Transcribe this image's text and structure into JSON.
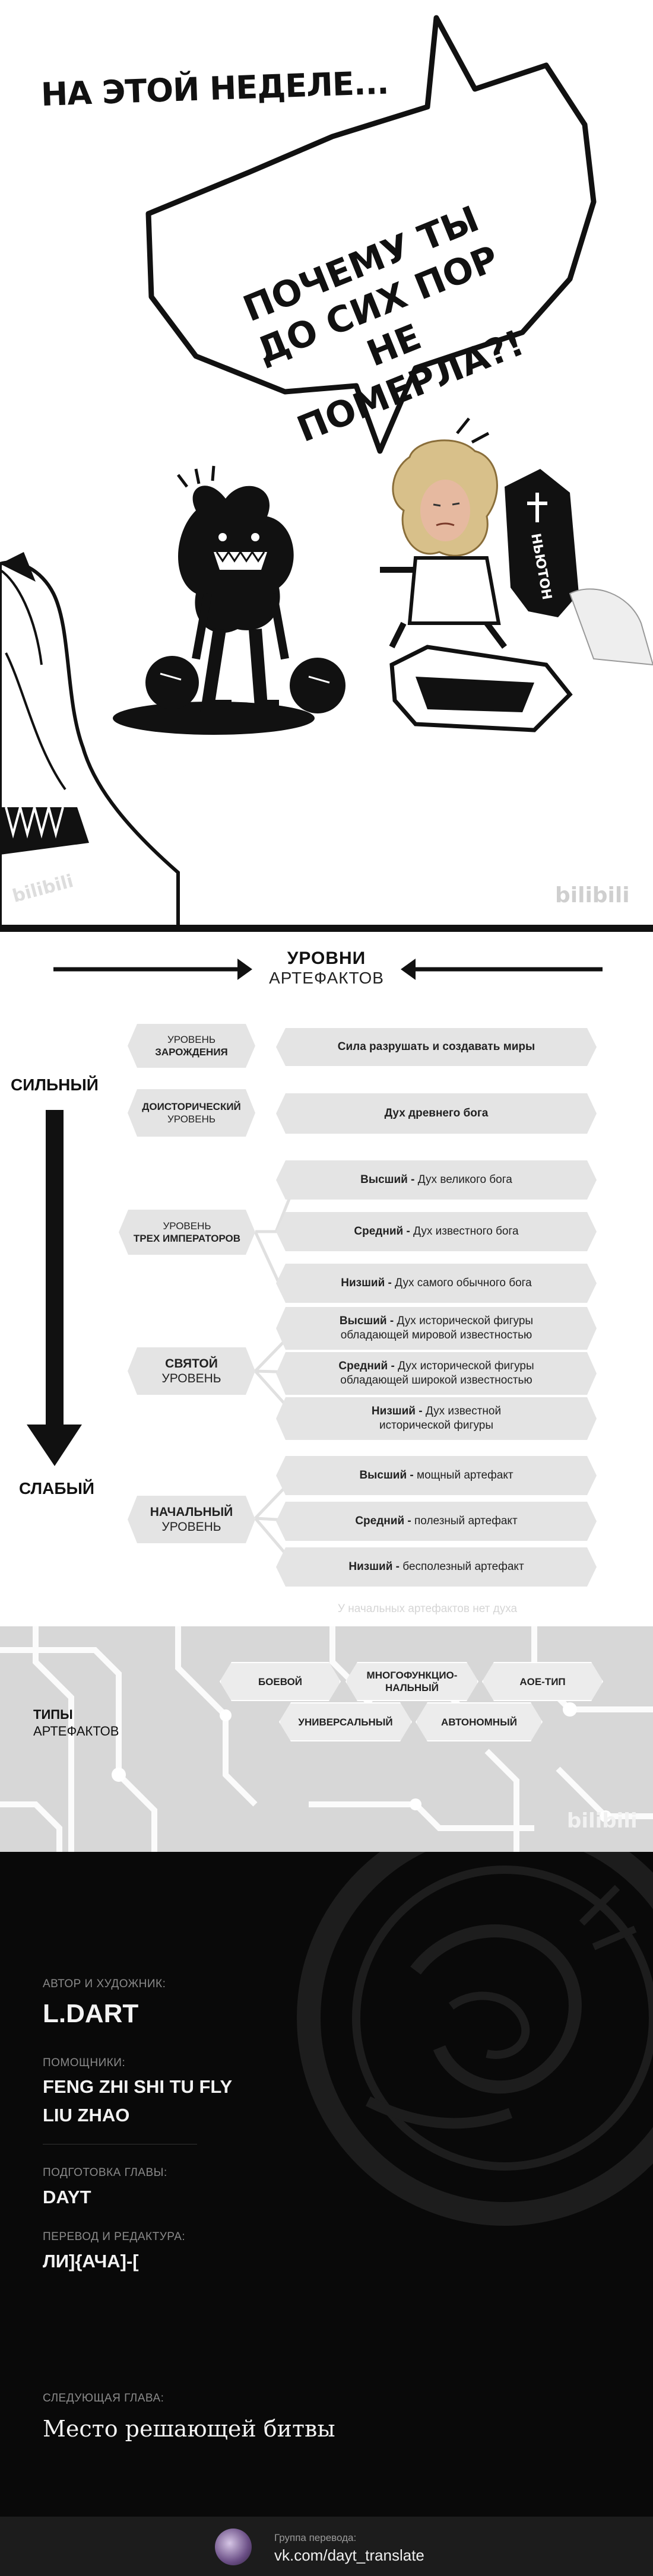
{
  "comic": {
    "teaser": "НА ЭТОЙ НЕДЕЛЕ...",
    "bubble_lines": [
      "ПОЧЕМУ ТЫ",
      "ДО СИХ ПОР",
      "НЕ ПОМЕРЛА?!"
    ],
    "coffin_label": "НЬЮТОН",
    "watermark_left": "bilibili",
    "watermark_right": "bilibili"
  },
  "levels": {
    "title": "УРОВНИ",
    "subtitle": "АРТЕФАКТОВ",
    "strong_label": "СИЛЬНЫЙ",
    "weak_label": "СЛАБЫЙ",
    "tiers": [
      {
        "category_lines": [
          "УРОВЕНЬ",
          "ЗАРОЖДЕНИЯ"
        ],
        "items": [
          {
            "prefix": "",
            "text": "Сила разрушать и создавать миры",
            "bold_all": true
          }
        ]
      },
      {
        "category_lines": [
          "ДОИСТОРИЧЕСКИЙ",
          "УРОВЕНЬ"
        ],
        "items": [
          {
            "prefix": "",
            "text": "Дух древнего бога",
            "bold_all": true
          }
        ]
      },
      {
        "category_lines": [
          "УРОВЕНЬ",
          "ТРЕХ ИМПЕРАТОРОВ"
        ],
        "items": [
          {
            "prefix": "Высший - ",
            "text": "Дух великого бога"
          },
          {
            "prefix": "Средний - ",
            "text": "Дух известного бога"
          },
          {
            "prefix": "Низший - ",
            "text": "Дух самого обычного бога"
          }
        ]
      },
      {
        "category_lines": [
          "СВЯТОЙ",
          "УРОВЕНЬ"
        ],
        "items": [
          {
            "prefix": "Высший - ",
            "text": "Дух исторической фигуры",
            "text2": "обладающей мировой известностью"
          },
          {
            "prefix": "Средний - ",
            "text": "Дух исторической фигуры",
            "text2": "обладающей широкой известностью"
          },
          {
            "prefix": "Низший - ",
            "text": "Дух известной",
            "text2": "исторической фигуры"
          }
        ]
      },
      {
        "category_lines": [
          "НАЧАЛЬНЫЙ",
          "УРОВЕНЬ"
        ],
        "items": [
          {
            "prefix": "Высший - ",
            "text": "мощный артефакт"
          },
          {
            "prefix": "Средний - ",
            "text": "полезный артефакт"
          },
          {
            "prefix": "Низший - ",
            "text": "бесполезный артефакт"
          }
        ]
      }
    ],
    "note": "У начальных артефактов нет духа"
  },
  "types": {
    "label_title": "ТИПЫ",
    "label_subtitle": "АРТЕФАКТОВ",
    "row1": [
      "БОЕВОЙ",
      "МНОГОФУНКЦИО-\nНАЛЬНЫЙ",
      "AOE-ТИП"
    ],
    "row2": [
      "УНИВЕРСАЛЬНЫЙ",
      "АВТОНОМНЫЙ"
    ],
    "watermark": "bilibili"
  },
  "credits": {
    "author_label": "АВТОР И ХУДОЖНИК:",
    "author": "L.DART",
    "assistants_label": "ПОМОЩНИКИ:",
    "assistants": [
      "FENG ZHI SHI TU FLY",
      "LIU ZHAO"
    ],
    "prep_label": "ПОДГОТОВКА ГЛАВЫ:",
    "prep": "DAYT",
    "translate_label": "ПЕРЕВОД И РЕДАКТУРА:",
    "translate": "ЛИ]{АЧА]-[",
    "next_label": "СЛЕДУЮЩАЯ ГЛАВА:",
    "next_title": "Место решающей битвы"
  },
  "footer": {
    "group_label": "Группа перевода:",
    "link": "vk.com/dayt_translate"
  }
}
